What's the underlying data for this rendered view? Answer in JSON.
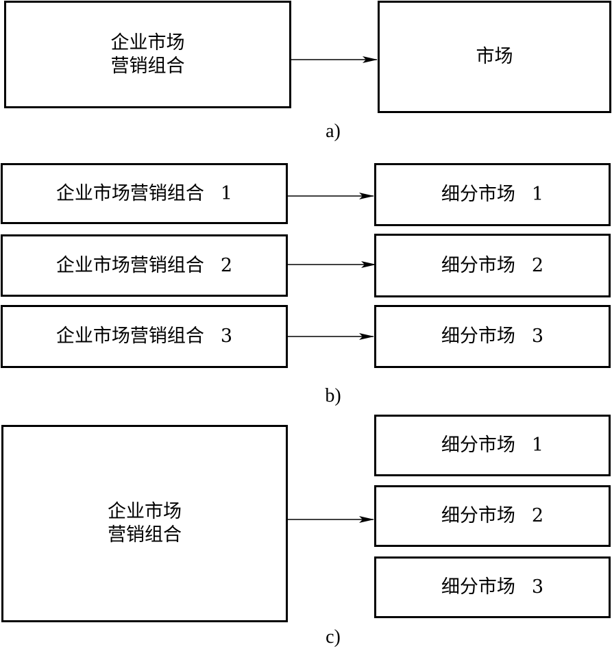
{
  "panel_a": {
    "source": {
      "line1": "企业市场",
      "line2": "营销组合"
    },
    "target": "市场",
    "caption": "a)"
  },
  "panel_b": {
    "rows": [
      {
        "source_label": "企业市场营销组合",
        "source_num": "1",
        "target_label": "细分市场",
        "target_num": "1"
      },
      {
        "source_label": "企业市场营销组合",
        "source_num": "2",
        "target_label": "细分市场",
        "target_num": "2"
      },
      {
        "source_label": "企业市场营销组合",
        "source_num": "3",
        "target_label": "细分市场",
        "target_num": "3"
      }
    ],
    "caption": "b)"
  },
  "panel_c": {
    "source": {
      "line1": "企业市场",
      "line2": "营销组合"
    },
    "targets": [
      {
        "label": "细分市场",
        "num": "1"
      },
      {
        "label": "细分市场",
        "num": "2"
      },
      {
        "label": "细分市场",
        "num": "3"
      }
    ],
    "caption": "c)"
  }
}
